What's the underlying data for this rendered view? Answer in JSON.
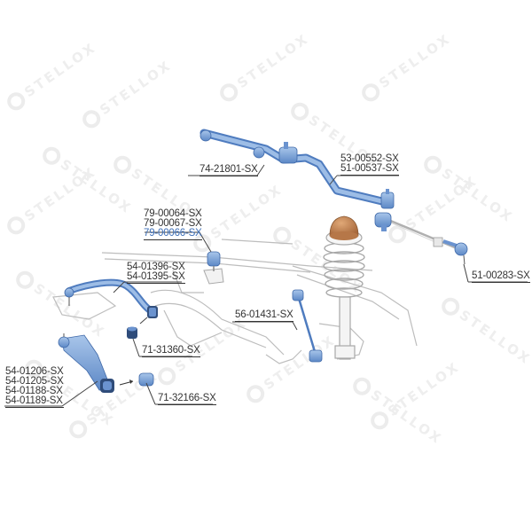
{
  "watermark": {
    "text": "STELLOX",
    "color": "#eeeeee"
  },
  "colors": {
    "part_highlight": "#7aa3d6",
    "part_highlight_dark": "#4f7cbf",
    "spring_cap": "#c8895a",
    "outline_gray": "#b8b8b8",
    "label_text": "#333333",
    "label_link": "#3d6fb8"
  },
  "labels": {
    "tie_rod_end": "74-21801-SX",
    "center_link_a": "53-00552-SX",
    "center_link_b": "51-00537-SX",
    "stabilizer_link_a": "79-00064-SX",
    "stabilizer_link_b": "79-00067-SX",
    "stabilizer_link_c": "79-00066-SX",
    "upper_arm_a": "54-01396-SX",
    "upper_arm_b": "54-01395-SX",
    "outer_tie_rod": "51-00283-SX",
    "strut_link": "56-01431-SX",
    "bushing_upper": "71-31360-SX",
    "lower_arm_a": "54-01206-SX",
    "lower_arm_b": "54-01205-SX",
    "lower_arm_c": "54-01188-SX",
    "lower_arm_d": "54-01189-SX",
    "bushing_lower": "71-32166-SX"
  }
}
